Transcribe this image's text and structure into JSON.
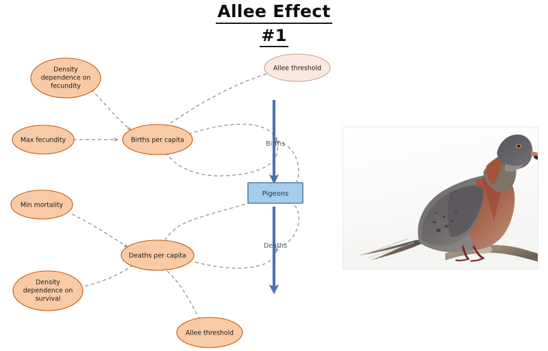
{
  "title": {
    "line1": "Allee Effect",
    "line2": "#1"
  },
  "diagram": {
    "type": "system-dynamics-stock-and-flow",
    "stock": {
      "label": "Pigeons",
      "fill": "#a5cdee",
      "stroke": "#5b7c96"
    },
    "flows": [
      {
        "id": "births",
        "label": "Births",
        "direction": "inflow",
        "color": "#4a72b0"
      },
      {
        "id": "deaths",
        "label": "Deaths",
        "direction": "outflow",
        "color": "#4a72b0"
      }
    ],
    "variables": [
      {
        "id": "density-dependence-fecundity",
        "label_lines": [
          "Density",
          "dependence on",
          "fecundity"
        ],
        "fill": "#f8cba6"
      },
      {
        "id": "max-fecundity",
        "label_lines": [
          "Max fecundity"
        ],
        "fill": "#f8cba6"
      },
      {
        "id": "births-per-capita",
        "label_lines": [
          "Births per capita"
        ],
        "fill": "#f8cba6"
      },
      {
        "id": "allee-threshold-top",
        "label_lines": [
          "Allee threshold"
        ],
        "fill": "#fbe8e0"
      },
      {
        "id": "min-mortality",
        "label_lines": [
          "Min mortality"
        ],
        "fill": "#f8cba6"
      },
      {
        "id": "density-dependence-survival",
        "label_lines": [
          "Density",
          "dependence on",
          "survival"
        ],
        "fill": "#f8cba6"
      },
      {
        "id": "deaths-per-capita",
        "label_lines": [
          "Deaths per capita"
        ],
        "fill": "#f8cba6"
      },
      {
        "id": "allee-threshold-bottom",
        "label_lines": [
          "Allee threshold"
        ],
        "fill": "#f8cba6"
      }
    ],
    "links": [
      {
        "from": "density-dependence-fecundity",
        "to": "births-per-capita"
      },
      {
        "from": "max-fecundity",
        "to": "births-per-capita"
      },
      {
        "from": "allee-threshold-top",
        "to": "births-per-capita"
      },
      {
        "from": "births-per-capita",
        "to": "births"
      },
      {
        "from": "pigeons",
        "to": "births-per-capita"
      },
      {
        "from": "min-mortality",
        "to": "deaths-per-capita"
      },
      {
        "from": "density-dependence-survival",
        "to": "deaths-per-capita"
      },
      {
        "from": "allee-threshold-bottom",
        "to": "deaths-per-capita"
      },
      {
        "from": "pigeons",
        "to": "deaths-per-capita"
      },
      {
        "from": "deaths-per-capita",
        "to": "deaths"
      }
    ]
  },
  "photo": {
    "subject": "passenger-pigeon-specimen",
    "alt": "Passenger pigeon specimen perched on a branch against a white background"
  },
  "labels": {
    "density_dependence_fecundity_l1": "Density",
    "density_dependence_fecundity_l2": "dependence on",
    "density_dependence_fecundity_l3": "fecundity",
    "max_fecundity": "Max fecundity",
    "births_per_capita": "Births per capita",
    "allee_threshold_top": "Allee threshold",
    "min_mortality": "Min mortality",
    "density_dependence_survival_l1": "Density",
    "density_dependence_survival_l2": "dependence on",
    "density_dependence_survival_l3": "survival",
    "deaths_per_capita": "Deaths per capita",
    "allee_threshold_bottom": "Allee threshold",
    "pigeons": "Pigeons",
    "births": "Births",
    "deaths": "Deaths"
  }
}
